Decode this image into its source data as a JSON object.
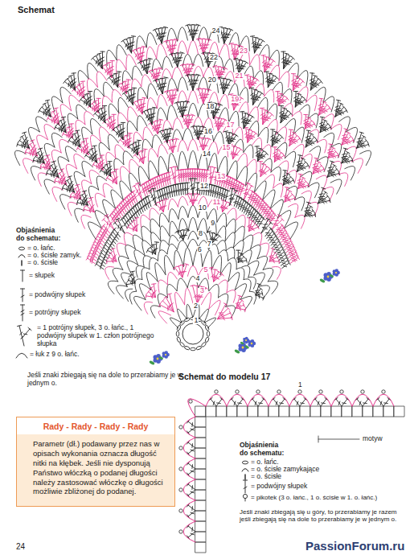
{
  "diagram": {
    "title": "Schemat",
    "nodes": [
      {
        "text": [
          "Rady - Rady - Rady - Rady",
          "Parametr (dł.) podawany przez nas w opisach wykonania oznacza długość nitki na kłębek. Jeśli nie dysponują Państwo włóczką o podanej długości należy zastosować włóczkę o długości możliwie zbliżonej do podanej."
        ]
      }
    ],
    "labels": [
      "1",
      "2",
      "3",
      "4",
      "5",
      "6",
      "7",
      "8",
      "9",
      "10",
      "11",
      "12",
      "13",
      "14",
      "15",
      "16",
      "17",
      "18",
      "19",
      "20",
      "21",
      "22",
      "23",
      "24",
      "Objaśnienia do schematu:",
      "Jeśli znaki zbiegają się na dole to przerabiamy je w jednym o.",
      "Schemat do modelu 17",
      "1",
      "motyw",
      "Objaśnienia do schematu:",
      "Jeśli znaki zbiegają się u góry, to przerabiamy je razem jeśli zbiegają się na dole to przerabiamy je w jednym o.",
      "24",
      "PassionForum.ru"
    ],
    "legend": [
      {
        "text": "= o. łańc."
      },
      {
        "text": "= o. ścisłe zamyk."
      },
      {
        "text": "= o. ścisłe"
      },
      {
        "text": "= słupek"
      },
      {
        "text": "= podwójny słupek"
      },
      {
        "text": "= potrójny słupek"
      },
      {
        "text": "= 1 potrójny słupek, 3 o. łańc., 1 podwójny słupek w 1. człon potrójnego słupka"
      },
      {
        "text": "= łuk z 9 o. łańc."
      },
      {
        "text": "= o. łańc."
      },
      {
        "text": "= o. ścisłe zamykające"
      },
      {
        "text": "= o. ścisłe"
      },
      {
        "text": "= podwójny słupek"
      },
      {
        "text": "= pikotek (3 o. łańc., 1 o. ścisłe w 1. o. łańc.)"
      }
    ]
  }
}
